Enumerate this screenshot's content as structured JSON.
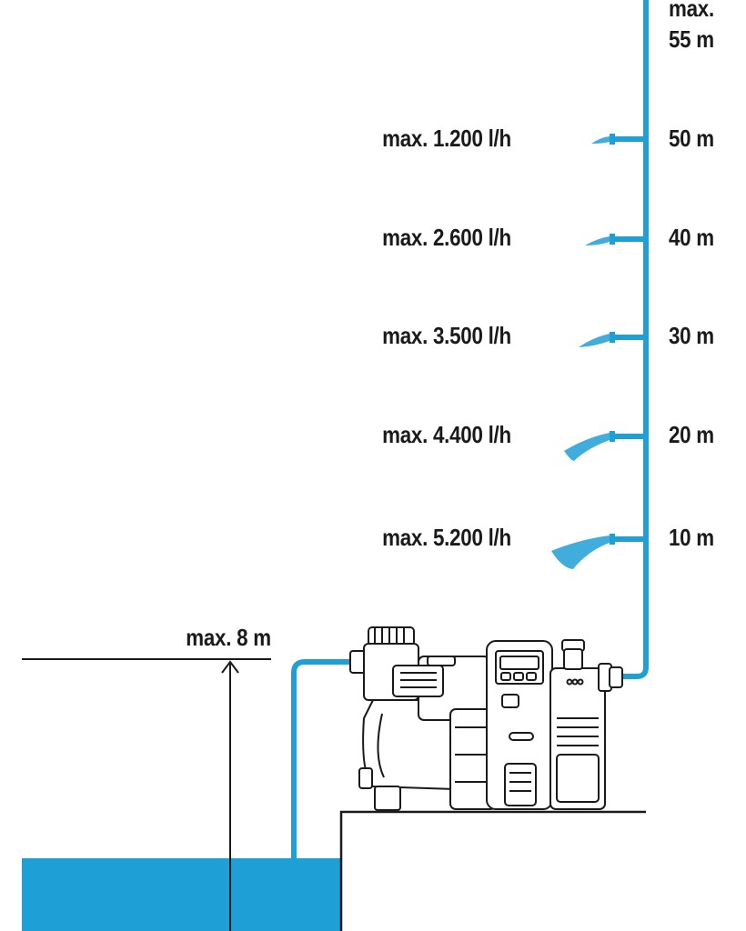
{
  "colors": {
    "water": "#1e9fd6",
    "line": "#1a1a1a",
    "pump_body": "#ffffff"
  },
  "suction": {
    "label": "max. 8 m"
  },
  "top": {
    "line1": "max.",
    "line2": "55 m"
  },
  "outlets": [
    {
      "flow": "max. 1.200 l/h",
      "height": "50 m"
    },
    {
      "flow": "max. 2.600 l/h",
      "height": "40 m"
    },
    {
      "flow": "max. 3.500 l/h",
      "height": "30 m"
    },
    {
      "flow": "max. 4.400 l/h",
      "height": "20 m"
    },
    {
      "flow": "max. 5.200 l/h",
      "height": "10 m"
    }
  ]
}
